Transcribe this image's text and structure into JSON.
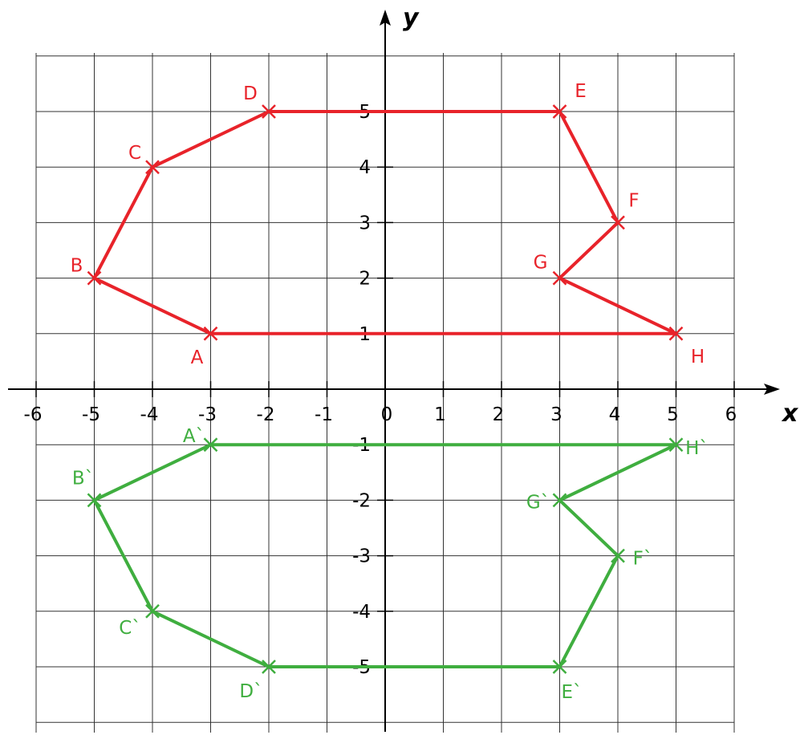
{
  "axes": {
    "x_label": "x",
    "y_label": "y",
    "x_ticks": [
      "-6",
      "-5",
      "-4",
      "-3",
      "-2",
      "-1",
      "0",
      "1",
      "2",
      "3",
      "4",
      "5",
      "6"
    ],
    "y_ticks": [
      "5",
      "4",
      "3",
      "2",
      "1",
      "-1",
      "-2",
      "-3",
      "-4",
      "-5"
    ]
  },
  "colors": {
    "grid": "#333333",
    "axis": "#000000",
    "original_shape": "#e8232a",
    "reflected_shape": "#3fae3f"
  },
  "original": {
    "points": [
      {
        "label": "A",
        "x": -3,
        "y": 1
      },
      {
        "label": "B",
        "x": -5,
        "y": 2
      },
      {
        "label": "C",
        "x": -4,
        "y": 4
      },
      {
        "label": "D",
        "x": -2,
        "y": 5
      },
      {
        "label": "E",
        "x": 3,
        "y": 5
      },
      {
        "label": "F",
        "x": 4,
        "y": 3
      },
      {
        "label": "G",
        "x": 3,
        "y": 2
      },
      {
        "label": "H",
        "x": 5,
        "y": 1
      }
    ]
  },
  "reflected": {
    "points": [
      {
        "label": "A`",
        "x": -3,
        "y": -1
      },
      {
        "label": "B`",
        "x": -5,
        "y": -2
      },
      {
        "label": "C`",
        "x": -4,
        "y": -4
      },
      {
        "label": "D`",
        "x": -2,
        "y": -5
      },
      {
        "label": "E`",
        "x": 3,
        "y": -5
      },
      {
        "label": "F`",
        "x": 4,
        "y": -3
      },
      {
        "label": "G`",
        "x": 3,
        "y": -2
      },
      {
        "label": "H`",
        "x": 5,
        "y": -1
      }
    ]
  }
}
